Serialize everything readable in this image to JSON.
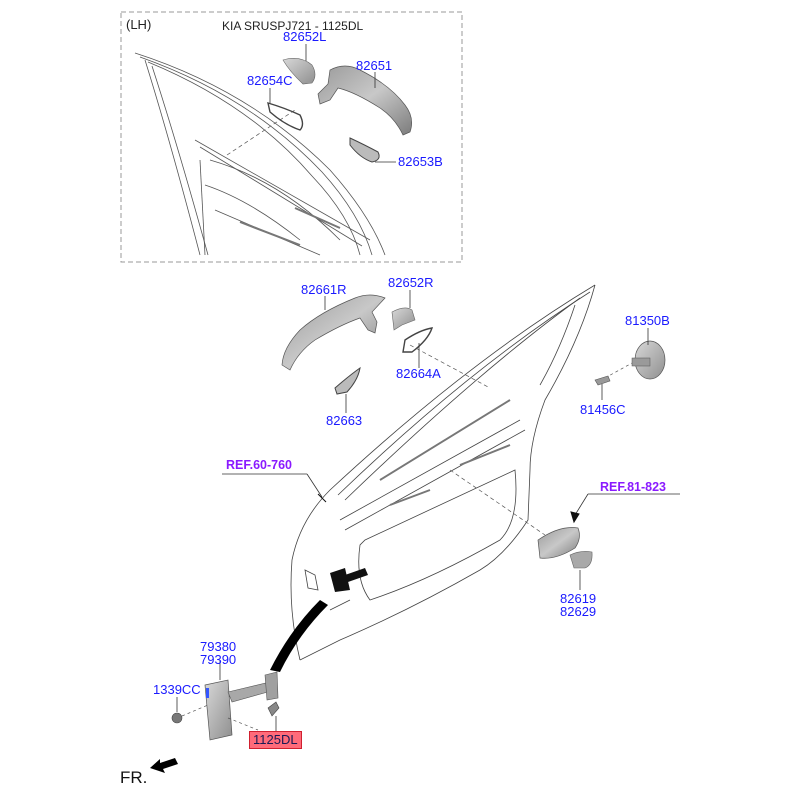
{
  "inset": {
    "side_label": "(LH)",
    "title": "KIA SRUSPJ721 - 1125DL",
    "parts": [
      {
        "id": "82652L"
      },
      {
        "id": "82651"
      },
      {
        "id": "82654C"
      },
      {
        "id": "82653B"
      }
    ]
  },
  "main": {
    "parts": [
      {
        "id": "82661R"
      },
      {
        "id": "82652R"
      },
      {
        "id": "82664A"
      },
      {
        "id": "82663"
      },
      {
        "id": "81350B"
      },
      {
        "id": "81456C"
      },
      {
        "id": "82619"
      },
      {
        "id": "82629"
      },
      {
        "id": "79380"
      },
      {
        "id": "79390"
      },
      {
        "id": "1339CC"
      },
      {
        "id": "1125DL",
        "highlighted": true
      }
    ],
    "references": [
      {
        "text": "REF.60-760"
      },
      {
        "text": "REF.81-823"
      }
    ],
    "direction_label": "FR.",
    "direction_icon": "front-arrow-icon"
  },
  "colors": {
    "part_label": "#1a1aff",
    "ref_label": "#8a1aff",
    "highlight_fill": "#ff6b7a",
    "highlight_border": "#d0202f"
  }
}
